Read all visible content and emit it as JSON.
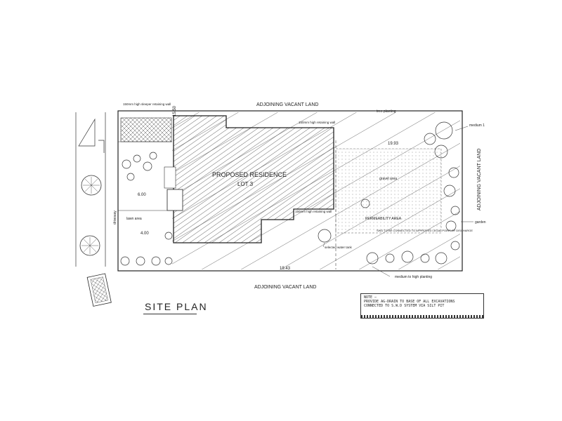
{
  "title": "SITE PLAN",
  "labels": {
    "adjoining_top": "ADJOINING VACANT LAND",
    "adjoining_bottom": "ADJOINING VACANT LAND",
    "adjoining_right": "ADJOINING VACANT LAND",
    "residence": "PROPOSED RESIDENCE",
    "lot": "LOT 3",
    "permeability_area": "PERMEABILITY AREA",
    "lawn_area": "lawn area",
    "tree_planting": "tree planting",
    "retaining_wall_note": "150mm high sleeper retaining wall",
    "retaining_wall_top": "150mm high retaining wall",
    "retaining_wall_mid": "150mm high retaining wall",
    "medium_planting": "medium to high planting",
    "medium_1": "medium 1",
    "garden": "garden",
    "selected_water_tank": "selected water tank",
    "stormwater_note": "SWD TO BE CONNECTED TO APPROVED LEGAL POINT OF DISCHARGE",
    "gravel_area": "gravel area",
    "driveway": "driveway",
    "dim_top": "19.93",
    "dim_bottom": "19.43",
    "dim_side": "15.50",
    "dim_6": "6.00",
    "dim_4": "4.00"
  },
  "note": {
    "heading": "NOTE –",
    "line1": "PROVIDE AG-DRAIN TO BASE OF ALL EXCAVATIONS",
    "line2": "CONNECTED TO S.W.D SYSTEM VIA SILT PIT"
  }
}
